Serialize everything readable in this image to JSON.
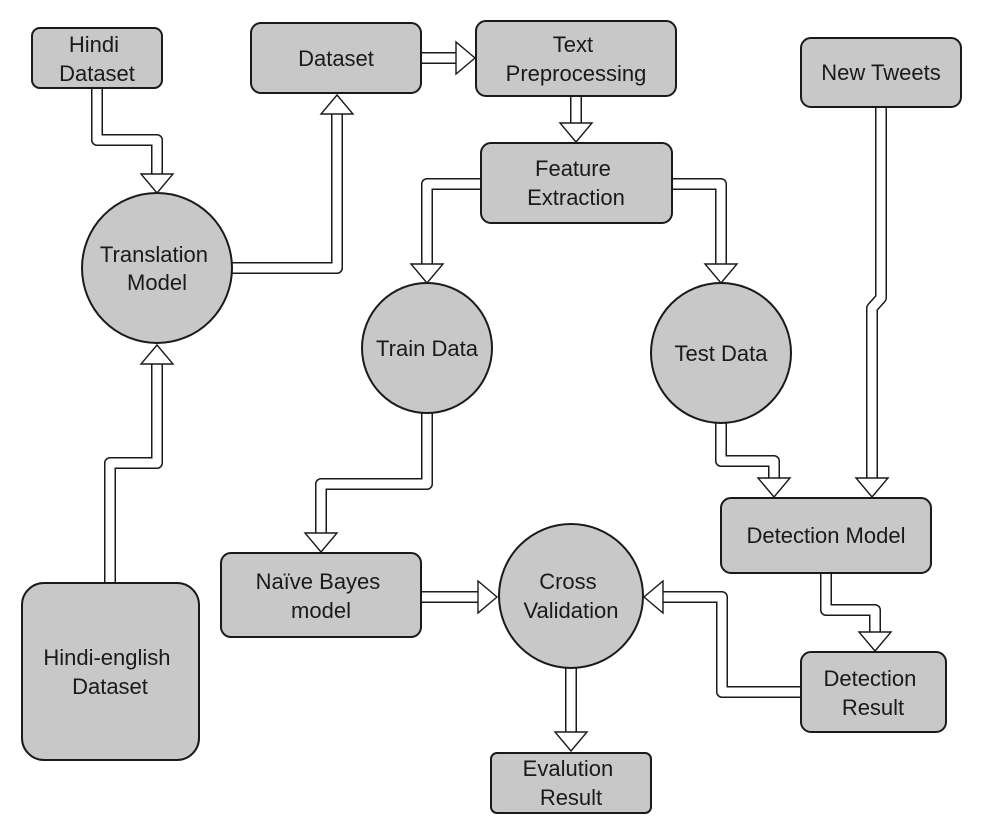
{
  "nodes": {
    "hindi_dataset": [
      "Hindi",
      "Dataset"
    ],
    "dataset": [
      "Dataset"
    ],
    "text_preprocessing": [
      "Text",
      "Preprocessing"
    ],
    "new_tweets": [
      "New Tweets"
    ],
    "translation_model": [
      "Translation",
      "Model"
    ],
    "feature_extraction": [
      "Feature",
      "Extraction"
    ],
    "train_data": [
      "Train Data"
    ],
    "test_data": [
      "Test Data"
    ],
    "naive_bayes_model": [
      "Naïve Bayes",
      "model"
    ],
    "cross_validation": [
      "Cross",
      "Validation"
    ],
    "detection_model": [
      "Detection Model"
    ],
    "detection_result": [
      "Detection",
      "Result"
    ],
    "hindi_english_dataset": [
      "Hindi-english",
      "Dataset"
    ],
    "evaluation_result": [
      "Evalution",
      "Result"
    ]
  },
  "edges": [
    {
      "from": "hindi_dataset",
      "to": "translation_model"
    },
    {
      "from": "hindi_english_dataset",
      "to": "translation_model"
    },
    {
      "from": "translation_model",
      "to": "dataset"
    },
    {
      "from": "dataset",
      "to": "text_preprocessing"
    },
    {
      "from": "text_preprocessing",
      "to": "feature_extraction"
    },
    {
      "from": "feature_extraction",
      "to": "train_data"
    },
    {
      "from": "feature_extraction",
      "to": "test_data"
    },
    {
      "from": "train_data",
      "to": "naive_bayes_model"
    },
    {
      "from": "test_data",
      "to": "detection_model"
    },
    {
      "from": "new_tweets",
      "to": "detection_model"
    },
    {
      "from": "naive_bayes_model",
      "to": "cross_validation"
    },
    {
      "from": "detection_model",
      "to": "detection_result"
    },
    {
      "from": "detection_result",
      "to": "cross_validation"
    },
    {
      "from": "cross_validation",
      "to": "evaluation_result"
    }
  ],
  "colors": {
    "node_fill": "#c8c8c8",
    "stroke": "#1a1a1a",
    "arrow_fill": "#ffffff"
  }
}
